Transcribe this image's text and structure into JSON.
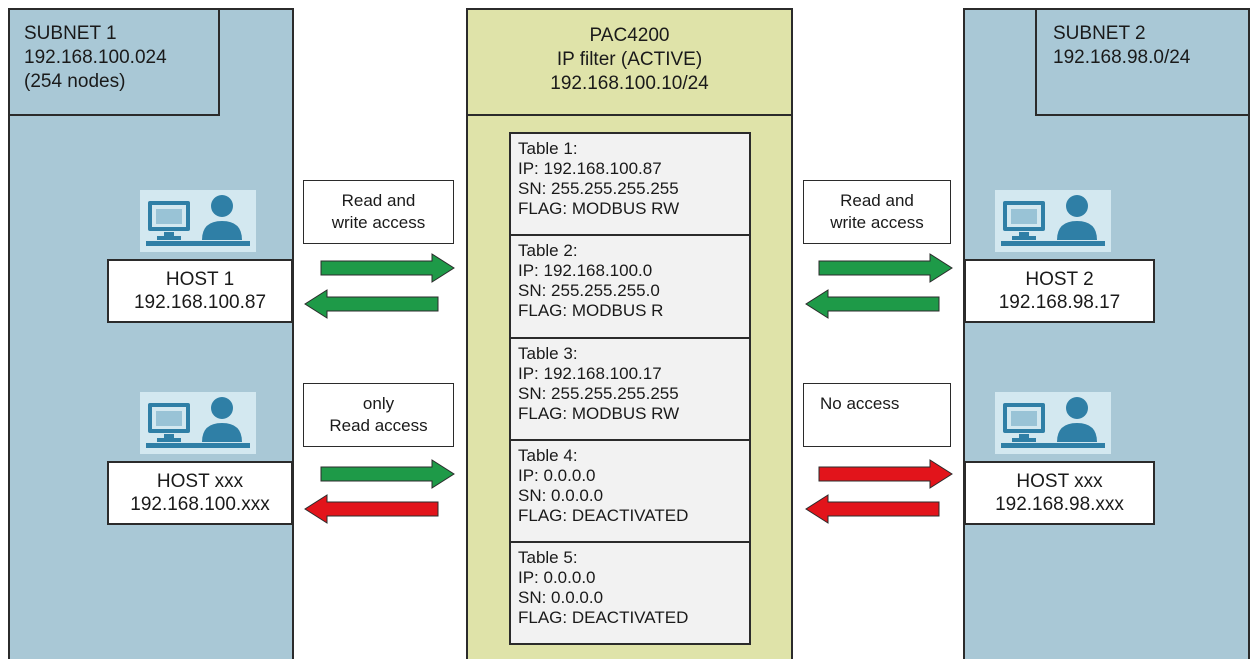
{
  "subnet1": {
    "lines": [
      "SUBNET 1",
      "192.168.100.024",
      "(254 nodes)"
    ]
  },
  "subnet2": {
    "lines": [
      "SUBNET 2",
      "192.168.98.0/24"
    ]
  },
  "pac": {
    "lines": [
      "PAC4200",
      "IP filter (ACTIVE)",
      "192.168.100.10/24"
    ],
    "tables": [
      {
        "title": "Table 1:",
        "ip": "IP: 192.168.100.87",
        "sn": "SN: 255.255.255.255",
        "flag": "FLAG: MODBUS RW"
      },
      {
        "title": "Table 2:",
        "ip": "IP: 192.168.100.0",
        "sn": "SN: 255.255.255.0",
        "flag": "FLAG: MODBUS R"
      },
      {
        "title": "Table 3:",
        "ip": "IP: 192.168.100.17",
        "sn": "SN: 255.255.255.255",
        "flag": "FLAG: MODBUS RW"
      },
      {
        "title": "Table 4:",
        "ip": "IP: 0.0.0.0",
        "sn": "SN: 0.0.0.0",
        "flag": "FLAG: DEACTIVATED"
      },
      {
        "title": "Table 5:",
        "ip": "IP: 0.0.0.0",
        "sn": "SN: 0.0.0.0",
        "flag": "FLAG: DEACTIVATED"
      }
    ]
  },
  "hosts": {
    "left_top": {
      "name": "HOST 1",
      "ip": "192.168.100.87"
    },
    "left_bottom": {
      "name": "HOST xxx",
      "ip": "192.168.100.xxx"
    },
    "right_top": {
      "name": "HOST 2",
      "ip": "192.168.98.17"
    },
    "right_bottom": {
      "name": "HOST xxx",
      "ip": "192.168.98.xxx"
    }
  },
  "access": {
    "left_top": [
      "Read and",
      "write access"
    ],
    "left_bottom": [
      "only",
      "Read access"
    ],
    "right_top": [
      "Read and",
      "write access"
    ],
    "right_bottom": [
      "No access"
    ]
  },
  "colors": {
    "subnet_fill": "#a9c8d6",
    "pac_fill": "#dfe3a9",
    "table_fill": "#f2f2f2",
    "allowed_arrow": "#1e9a48",
    "denied_arrow": "#e2141b",
    "icon_tile": "#d3e8f0",
    "icon_fill": "#2f7fa6"
  },
  "icons": [
    "computer-user-icon",
    "arrow-right-icon",
    "arrow-left-icon"
  ]
}
